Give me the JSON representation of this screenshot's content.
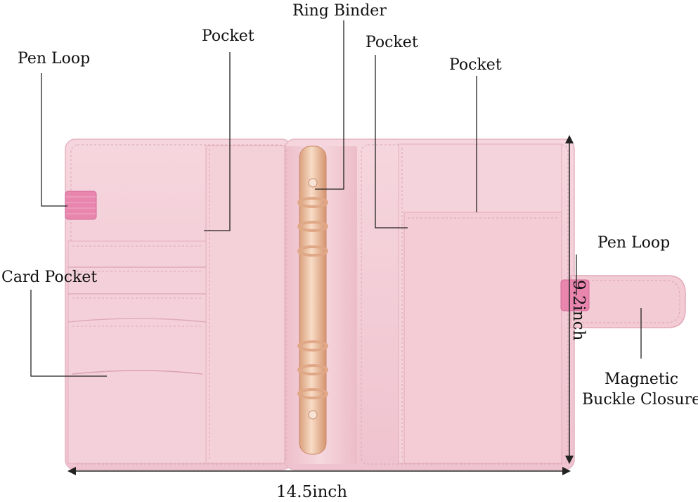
{
  "labels": {
    "pen_loop_left": "Pen Loop",
    "pocket_left": "Pocket",
    "ring_binder": "Ring Binder",
    "pocket_middle": "Pocket",
    "pocket_right": "Pocket",
    "card_pocket": "Card Pocket",
    "pen_loop_right": "Pen Loop",
    "closure_line1": "Magnetic",
    "closure_line2": "Buckle Closure"
  },
  "dimensions": {
    "width": "14.5inch",
    "height": "9.2inch"
  },
  "colors": {
    "cover": "#f3cdd6",
    "cover_shade": "#e9b9c6",
    "stitch": "#d9a3b2",
    "pen_loop": "#e26fa0",
    "rings": "#e6b08a",
    "leader": "#222222"
  }
}
